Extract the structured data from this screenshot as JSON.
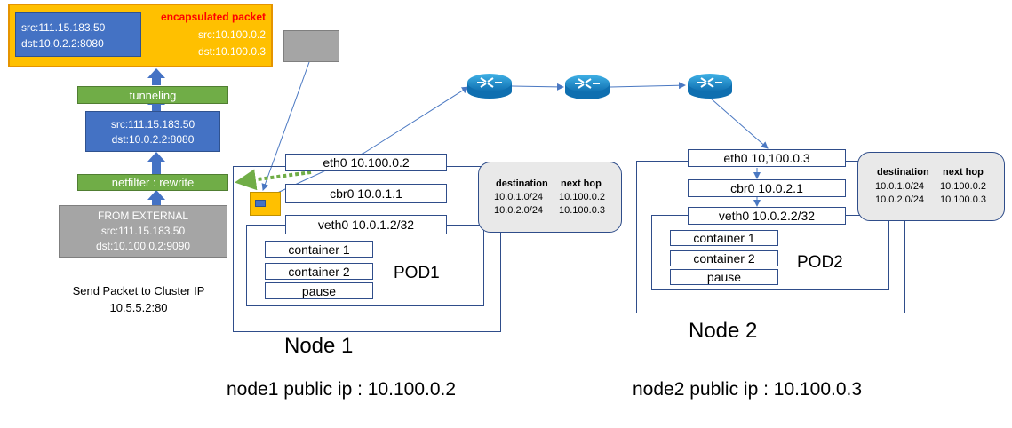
{
  "encap": {
    "inner_src": "src:111.15.183.50",
    "inner_dst": "dst:10.0.2.2:8080",
    "title": "encapsulated packet",
    "outer_src": "src:10.100.0.2",
    "outer_dst": "dst:10.100.0.3"
  },
  "tunneling": "tunneling",
  "mid_packet": {
    "src": "src:111.15.183.50",
    "dst": "dst:10.0.2.2:8080"
  },
  "netfilter": "netfilter : rewrite",
  "external": {
    "title": "FROM EXTERNAL",
    "src": "src:111.15.183.50",
    "dst": "dst:10.100.0.2:9090"
  },
  "send_packet": {
    "line1": "Send Packet  to Cluster IP",
    "line2": "10.5.5.2:80"
  },
  "node1": {
    "eth0": "eth0 10.100.0.2",
    "cbr0": "cbr0 10.0.1.1",
    "veth0": "veth0 10.0.1.2/32",
    "containers": [
      "container 1",
      "container 2",
      "pause"
    ],
    "pod": "POD1",
    "name": "Node 1",
    "public_ip": "node1 public ip : 10.100.0.2",
    "route_table": {
      "headers": [
        "destination",
        "next hop"
      ],
      "rows": [
        [
          "10.0.1.0/24",
          "10.100.0.2"
        ],
        [
          "10.0.2.0/24",
          "10.100.0.3"
        ]
      ]
    }
  },
  "node2": {
    "eth0": "eth0 10,100.0.3",
    "cbr0": "cbr0 10.0.2.1",
    "veth0": "veth0 10.0.2.2/32",
    "containers": [
      "container 1",
      "container 2",
      "pause"
    ],
    "pod": "POD2",
    "name": "Node 2",
    "public_ip": "node2 public ip : 10.100.0.3",
    "route_table": {
      "headers": [
        "destination",
        "next hop"
      ],
      "rows": [
        [
          "10.0.1.0/24",
          "10.100.0.2"
        ],
        [
          "10.0.2.0/24",
          "10.100.0.3"
        ]
      ]
    }
  },
  "colors": {
    "encap_bg": "#ffc000",
    "packet_blue": "#4472c4",
    "tunnel_green": "#70ad47",
    "external_gray": "#a5a5a5",
    "router_blue": "#1f8fd1",
    "title_red": "#ff0000"
  },
  "icons": [
    "router-icon",
    "up-arrow-icon",
    "dotted-arrow-icon"
  ]
}
